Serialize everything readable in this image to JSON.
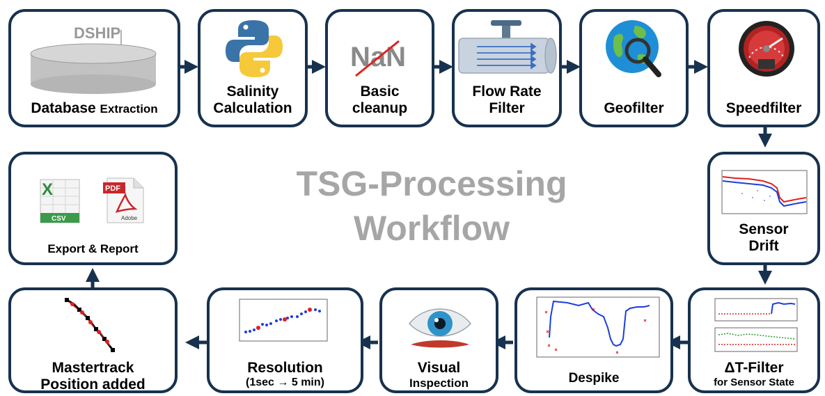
{
  "title": {
    "line1": "TSG-Processing",
    "line2": "Workflow"
  },
  "steps": [
    {
      "id": "database",
      "label_main": "Database",
      "label_small": "Extraction",
      "icon_text": "DSHIP",
      "icon": "database-cylinder-icon"
    },
    {
      "id": "salinity",
      "line1": "Salinity",
      "line2": "Calculation",
      "icon": "python-logo-icon"
    },
    {
      "id": "cleanup",
      "line1": "Basic",
      "line2": "cleanup",
      "icon_text": "NaN",
      "icon": "nan-crossed-icon"
    },
    {
      "id": "flowrate",
      "line1": "Flow Rate",
      "line2": "Filter",
      "icon": "pipe-valve-icon"
    },
    {
      "id": "geofilter",
      "line1": "Geofilter",
      "icon": "globe-magnifier-icon"
    },
    {
      "id": "speedfilter",
      "line1": "Speedfilter",
      "icon": "speedometer-icon"
    },
    {
      "id": "drift",
      "line1": "Sensor",
      "line2": "Drift",
      "icon": "drift-plot-icon"
    },
    {
      "id": "dtfilter",
      "line1": "ΔT-Filter",
      "line2": "for Sensor State",
      "icon": "sensor-state-plot-icon"
    },
    {
      "id": "despike",
      "line1": "Despike",
      "icon": "despike-plot-icon"
    },
    {
      "id": "visual",
      "line1": "Visual",
      "line2": "Inspection",
      "icon": "eye-icon"
    },
    {
      "id": "resolution",
      "line1": "Resolution",
      "line2": "(1sec → 5 min)",
      "icon": "resolution-plot-icon"
    },
    {
      "id": "mastertrack",
      "line1": "Mastertrack",
      "line2": "Position added",
      "icon": "track-icon"
    },
    {
      "id": "export",
      "line1": "Export & Report",
      "icon_csv": "CSV",
      "icon_pdf": "PDF",
      "icon_adobe": "Adobe",
      "icon_x": "X",
      "icon": "export-icons"
    }
  ],
  "colors": {
    "border": "#17324f",
    "arrow": "#17324f",
    "title": "#a6a6a6",
    "red": "#e02020",
    "blue": "#1a3ee0"
  }
}
